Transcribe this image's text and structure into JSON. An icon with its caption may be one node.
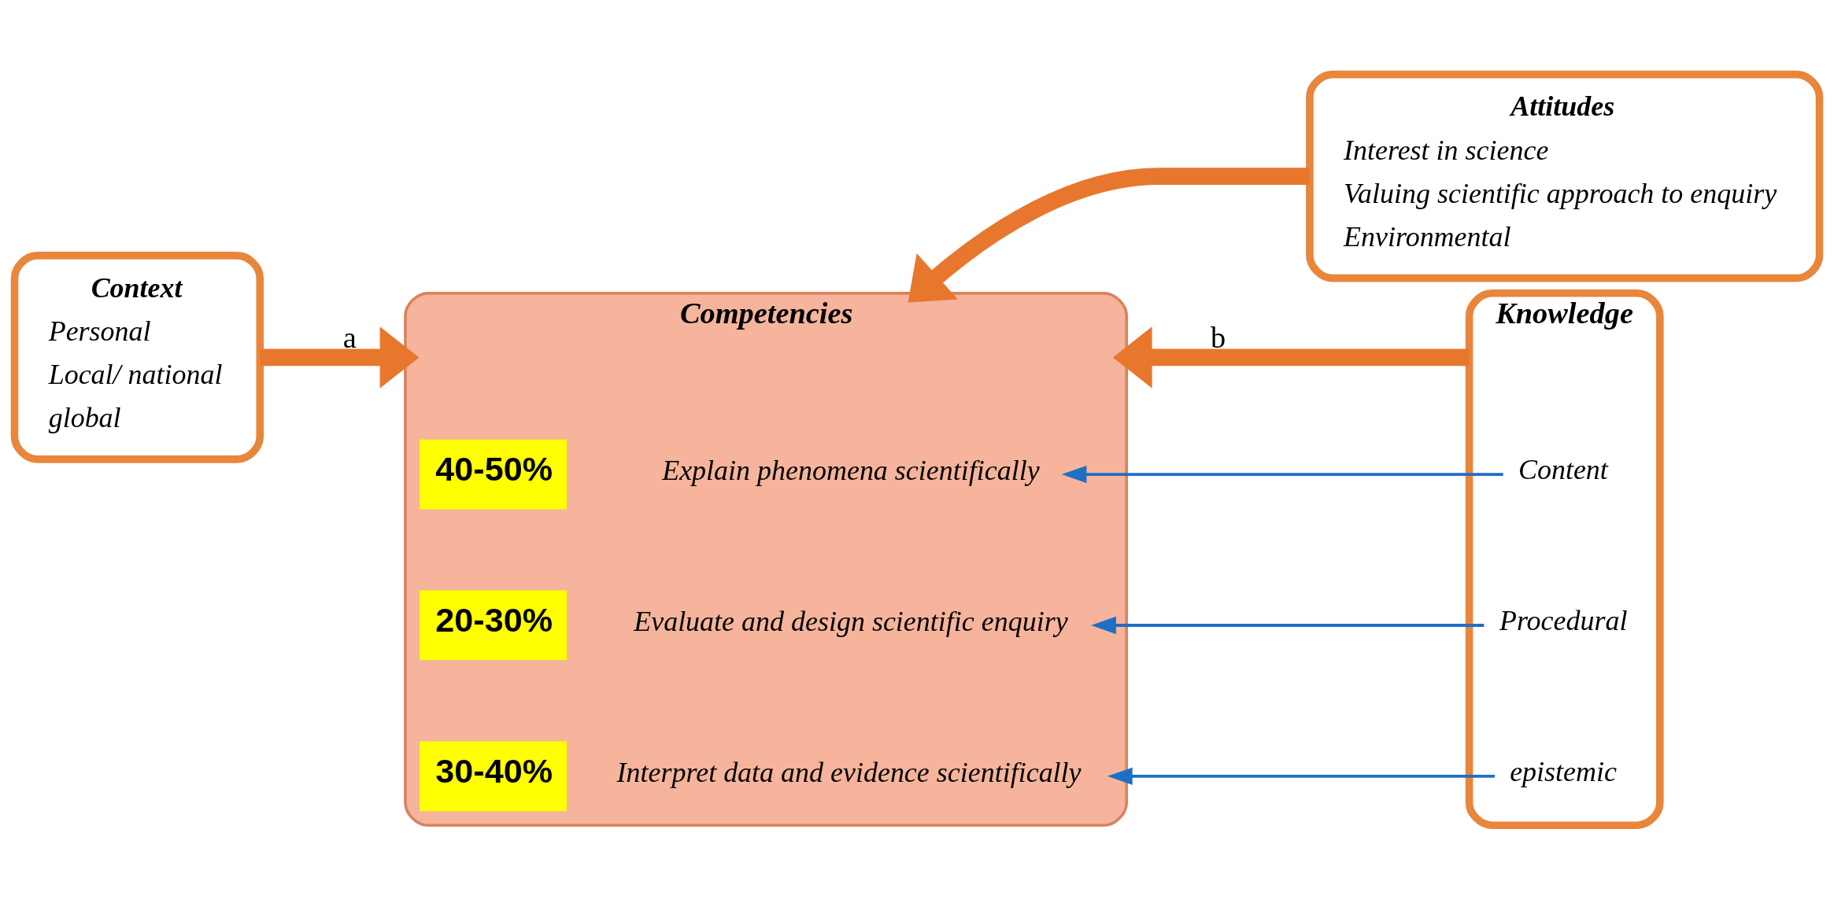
{
  "diagram": {
    "nodes": [
      {
        "text": [
          "Context",
          "Personal",
          "Local/ national",
          "global"
        ]
      },
      {
        "text": [
          "Competencies"
        ]
      },
      {
        "text": [
          "Explain phenomena scientifically"
        ],
        "in": 1,
        "beside": [
          "40-50%"
        ]
      },
      {
        "text": [
          "Evaluate and design scientific enquiry"
        ],
        "in": 1,
        "beside": [
          "20-30%"
        ]
      },
      {
        "text": [
          "Interpret data and evidence scientifically"
        ],
        "in": 1,
        "beside": [
          "30-40%"
        ]
      },
      {
        "text": [
          "Knowledge"
        ]
      },
      {
        "text": [
          "Content"
        ],
        "in": 5
      },
      {
        "text": [
          "Procedural"
        ],
        "in": 5
      },
      {
        "text": [
          "epistemic"
        ],
        "in": 5
      },
      {
        "text": [
          "Attitudes",
          "Interest in science",
          "Valuing scientific approach to enquiry",
          "Environmental"
        ]
      }
    ],
    "edges": [
      {
        "from": 0,
        "to": 1,
        "arrow": "to",
        "label": "a",
        "style": "thick",
        "color": "#e8772e"
      },
      {
        "from": 5,
        "to": 1,
        "arrow": "to",
        "label": "b",
        "style": "thick",
        "color": "#e8772e"
      },
      {
        "from": 9,
        "to": 1,
        "arrow": "to",
        "style": "thick",
        "color": "#e8772e"
      },
      {
        "from": 6,
        "to": 2,
        "arrow": "to",
        "color": "#1f6fc4"
      },
      {
        "from": 7,
        "to": 3,
        "arrow": "to",
        "color": "#1f6fc4"
      },
      {
        "from": 8,
        "to": 4,
        "arrow": "to",
        "color": "#1f6fc4"
      }
    ]
  }
}
